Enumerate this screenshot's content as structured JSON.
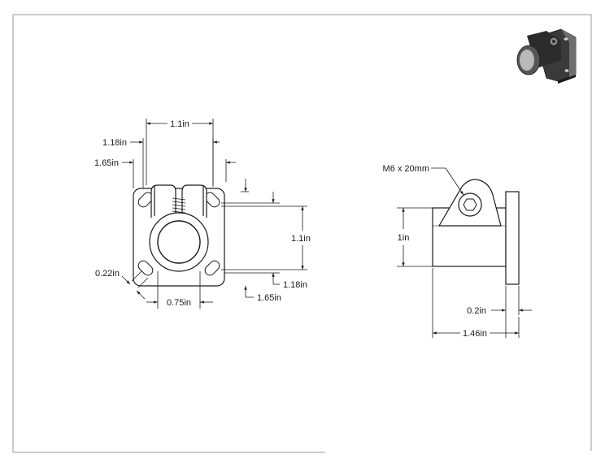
{
  "drawing": {
    "front_view": {
      "dims": {
        "top_width": "1.1in",
        "left_upper": "1.18in",
        "left_lower": "1.65in",
        "right_height": "1.1in",
        "right_lower": "1.18in",
        "bottom_right": "1.65in",
        "bottom_width": "0.75in",
        "slot_width": "0.22in"
      }
    },
    "side_view": {
      "callout": "M6 x 20mm",
      "dims": {
        "height": "1in",
        "flange": "0.2in",
        "length": "1.46in"
      }
    },
    "colors": {
      "line": "#1a1a1a",
      "border": "#9a9a9a",
      "iso_dark": "#3a3a3a",
      "iso_mid": "#6e6e6e",
      "iso_light": "#b8b8b8"
    }
  }
}
